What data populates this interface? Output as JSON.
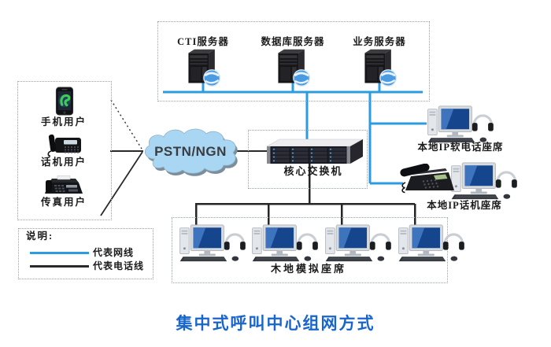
{
  "title": "集中式呼叫中心组网方式",
  "colors": {
    "network_line": "#2b9ce0",
    "phone_line": "#2a2a2a",
    "cloud_fill": "#a9d6f2",
    "title_blue": "#1765cd"
  },
  "server_group": {
    "servers": [
      {
        "label": "CTI服务器"
      },
      {
        "label": "数据库服务器"
      },
      {
        "label": "业务服务器"
      }
    ]
  },
  "pstn_users": {
    "items": [
      {
        "label": "手机用户"
      },
      {
        "label": "话机用户"
      },
      {
        "label": "传真用户"
      }
    ]
  },
  "cloud": {
    "label": "PSTN/NGN"
  },
  "core_switch": {
    "label": "核心交换机"
  },
  "ip_agents": {
    "softphone_label": "本地IP软电话座席",
    "ipphone_label": "本地IP话机座席"
  },
  "analog_agents": {
    "label": "木地模拟座席",
    "workstation_count": 4
  },
  "legend": {
    "title": "说明:",
    "items": [
      {
        "label": "代表网线",
        "color": "#2b9ce0"
      },
      {
        "label": "代表电话线",
        "color": "#2a2a2a"
      }
    ]
  }
}
